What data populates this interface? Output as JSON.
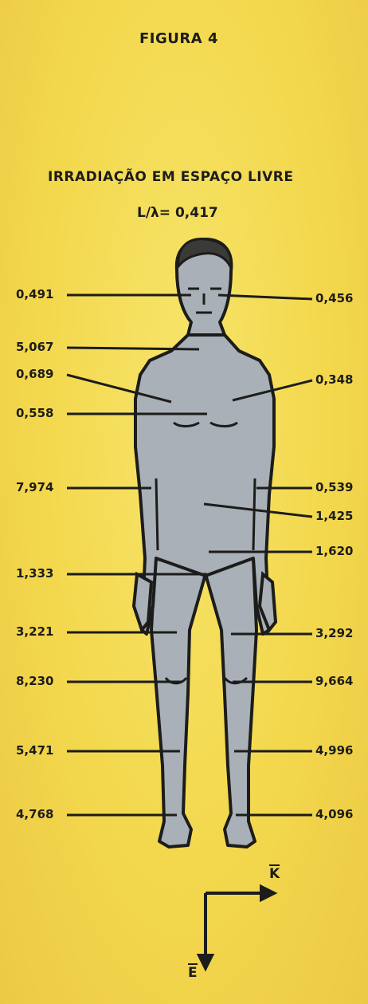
{
  "figure_label": "FIGURA 4",
  "title": "IRRADIAÇÃO EM ESPAÇO LIVRE",
  "parameter": "L/λ= 0,417",
  "left_values": [
    "0,491",
    "5,067",
    "0,689",
    "0,558",
    "7,974",
    "1,333",
    "3,221",
    "8,230",
    "5,471",
    "4,768"
  ],
  "right_values": [
    "0,456",
    "0,348",
    "0,539",
    "1,425",
    "1,620",
    "3,292",
    "9,664",
    "4,996",
    "4,096"
  ],
  "axes": {
    "k_label": "K",
    "e_label": "E"
  },
  "colors": {
    "background": "#f3d84d",
    "body_fill": "#a9b0b8",
    "ink": "#1c1c1a"
  }
}
